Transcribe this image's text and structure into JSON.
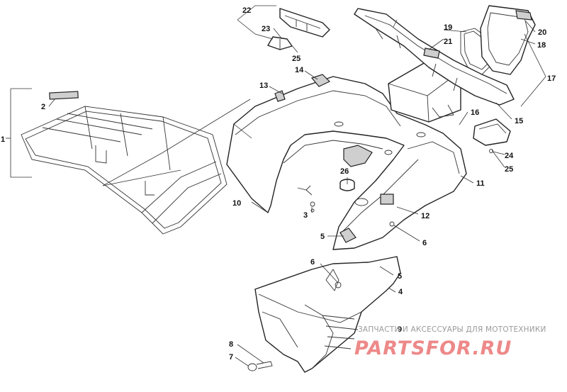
{
  "callouts": {
    "c1": "1",
    "c2": "2",
    "c3": "3",
    "c4": "4",
    "c5a": "5",
    "c5b": "5",
    "c6a": "6",
    "c6b": "6",
    "c7": "7",
    "c8": "8",
    "c9": "9",
    "c10": "10",
    "c11": "11",
    "c12": "12",
    "c13": "13",
    "c14": "14",
    "c15": "15",
    "c16": "16",
    "c17": "17",
    "c18": "18",
    "c19": "19",
    "c20": "20",
    "c21": "21",
    "c22": "22",
    "c23": "23",
    "c24": "24",
    "c25a": "25",
    "c25b": "25",
    "c26": "26"
  },
  "watermark": {
    "tagline": "ЗАПЧАСТИ И АКСЕССУАРЫ ДЛЯ МОТОТЕХНИКИ",
    "brand": "PARTSFOR.RU"
  }
}
